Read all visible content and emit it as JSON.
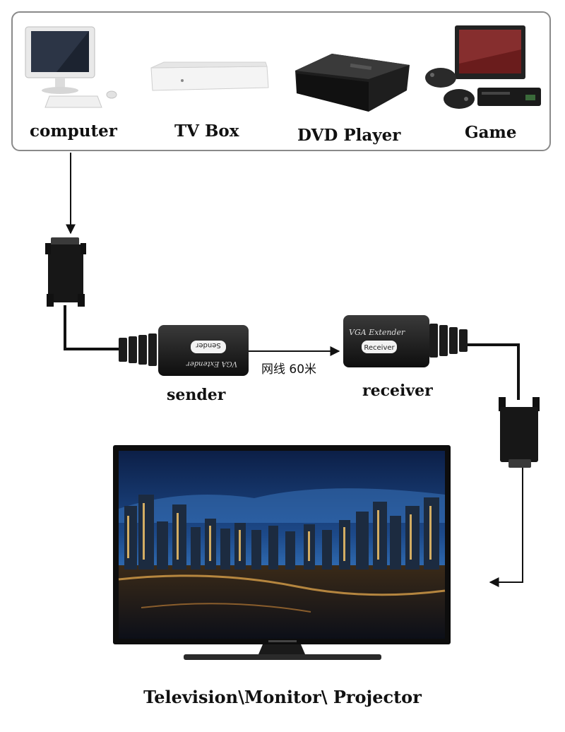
{
  "sources": [
    {
      "id": "computer",
      "label": "computer",
      "icon": "computer-icon"
    },
    {
      "id": "tvbox",
      "label": "TV Box",
      "icon": "tv-box-icon"
    },
    {
      "id": "dvd",
      "label": "DVD Player",
      "icon": "dvd-player-icon"
    },
    {
      "id": "game",
      "label": "Game",
      "icon": "game-console-icon"
    }
  ],
  "sender": {
    "label": "sender",
    "device_text": "Sender",
    "device_title": "VGA Extender"
  },
  "receiver": {
    "label": "receiver",
    "device_text": "Receiver",
    "device_title": "VGA Extender"
  },
  "cable": {
    "label": "网线 60米"
  },
  "display": {
    "label": "Television\\Monitor\\ Projector",
    "icon": "television-icon"
  },
  "colors": {
    "device": "#1a1a1a",
    "panel_border": "#8a8a8a",
    "line": "#111111"
  }
}
